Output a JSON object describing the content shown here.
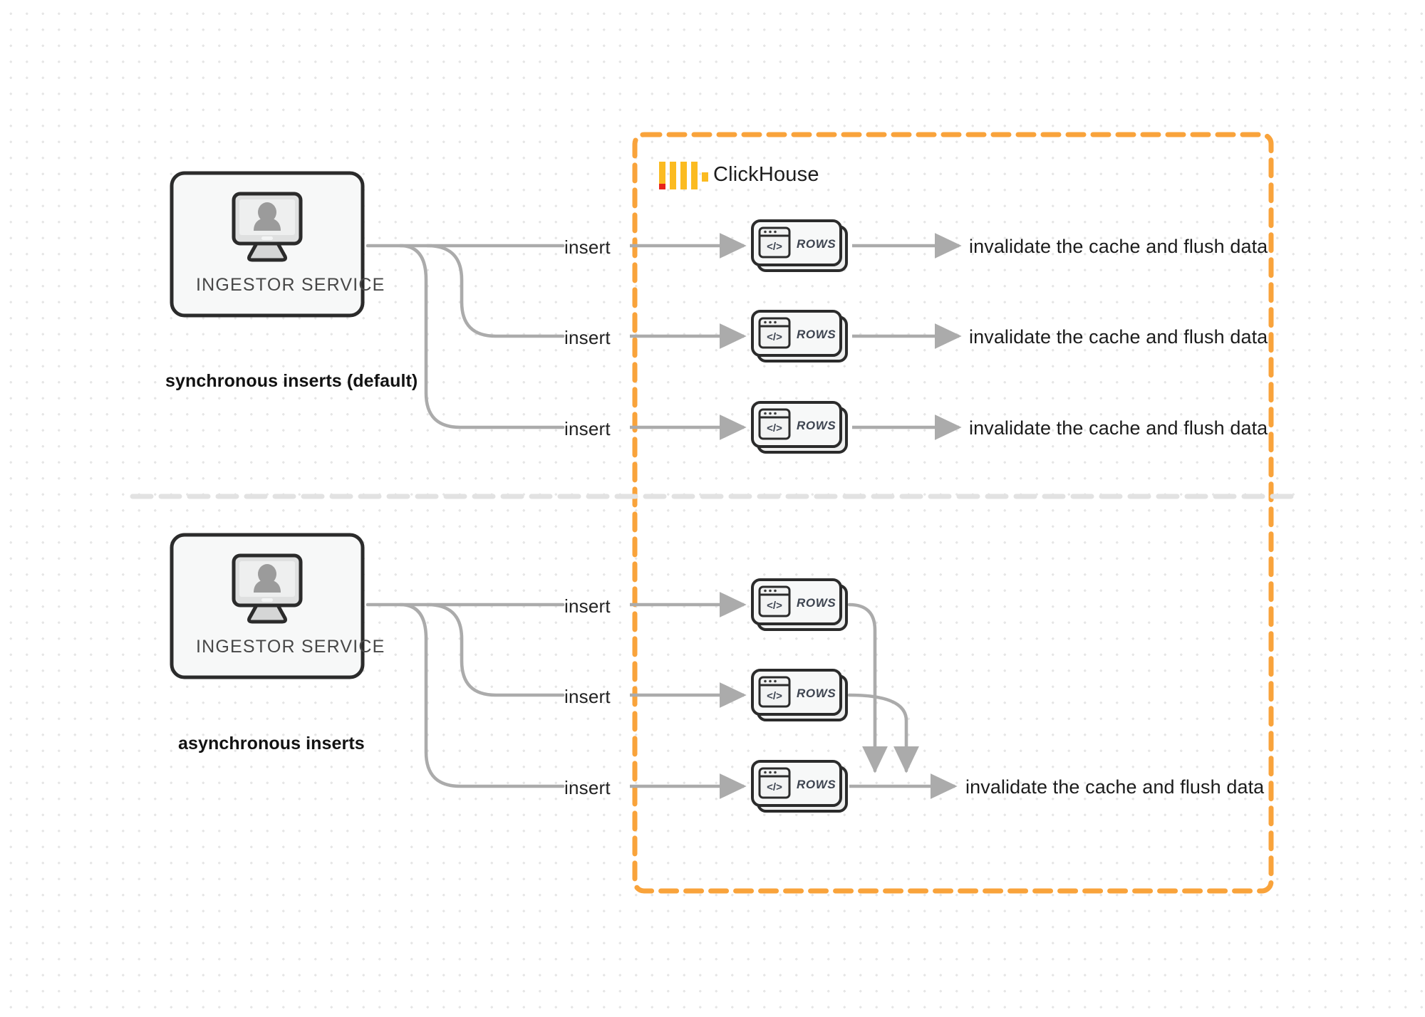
{
  "diagram": {
    "title": "ClickHouse synchronous vs asynchronous inserts",
    "colors": {
      "boundary_orange": "#F9A33B",
      "connector_gray": "#ABABAB",
      "node_border": "#2B2B2B",
      "node_fill": "#F7F8F8",
      "logo_yellow": "#FBBB21",
      "logo_red": "#E8231A",
      "divider_gray": "#E2E2E2",
      "grid_dot": "#E6E6E6"
    },
    "boundary": {
      "name": "ClickHouse",
      "logo_icon": "clickhouse-logo-icon"
    },
    "sections": [
      {
        "id": "synchronous",
        "mode_label": "synchronous inserts (default)",
        "service": {
          "label": "INGESTOR SERVICE",
          "icon": "monitor-user-icon"
        },
        "flows": [
          {
            "insert_label": "insert",
            "rows_label": "ROWS",
            "rows_icon": "code-window-icon",
            "result_label": "invalidate the cache and flush data"
          },
          {
            "insert_label": "insert",
            "rows_label": "ROWS",
            "rows_icon": "code-window-icon",
            "result_label": "invalidate the cache and flush data"
          },
          {
            "insert_label": "insert",
            "rows_label": "ROWS",
            "rows_icon": "code-window-icon",
            "result_label": "invalidate the cache and flush data"
          }
        ]
      },
      {
        "id": "asynchronous",
        "mode_label": "asynchronous inserts",
        "service": {
          "label": "INGESTOR SERVICE",
          "icon": "monitor-user-icon"
        },
        "flows": [
          {
            "insert_label": "insert",
            "rows_label": "ROWS",
            "rows_icon": "code-window-icon"
          },
          {
            "insert_label": "insert",
            "rows_label": "ROWS",
            "rows_icon": "code-window-icon"
          },
          {
            "insert_label": "insert",
            "rows_label": "ROWS",
            "rows_icon": "code-window-icon"
          }
        ],
        "result_label": "invalidate the cache and flush data"
      }
    ]
  }
}
